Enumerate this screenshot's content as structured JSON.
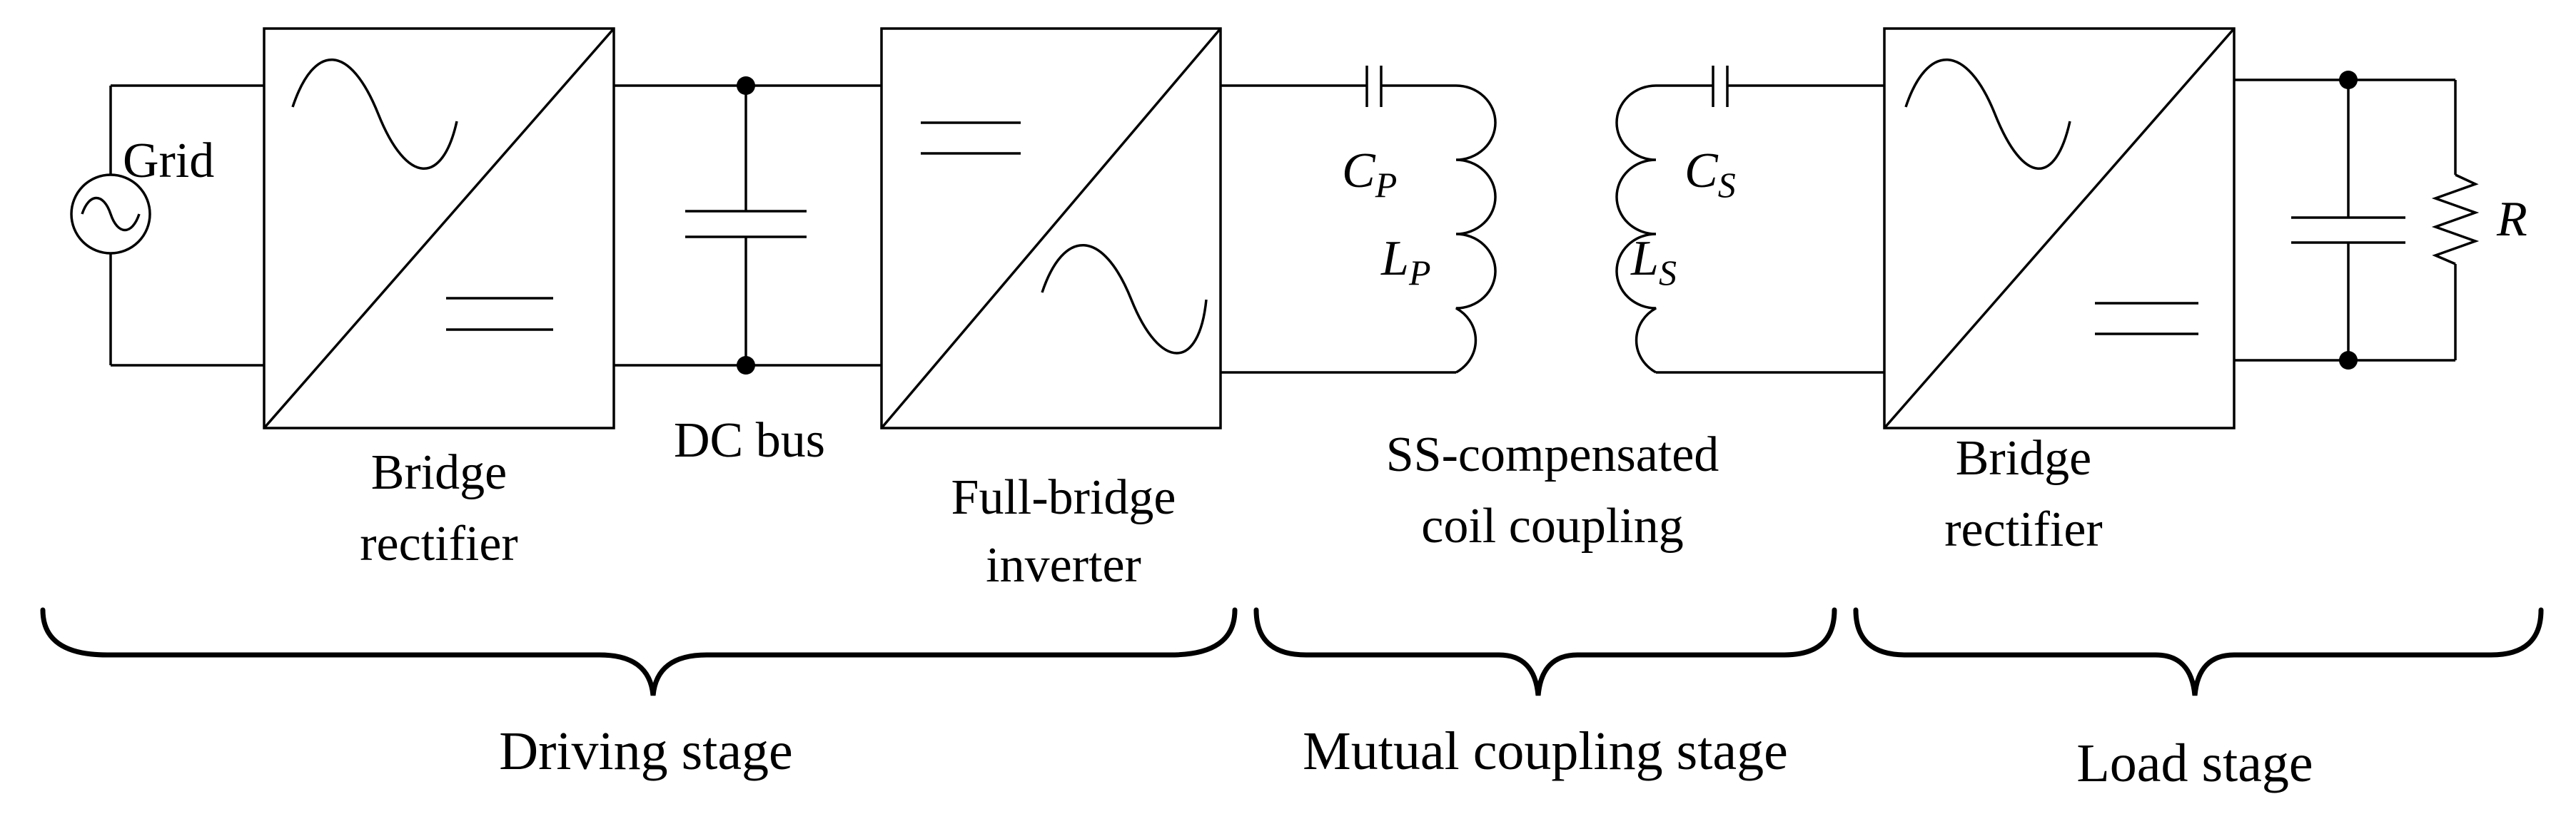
{
  "labels": {
    "grid": "Grid",
    "dc_bus": "DC bus",
    "rectifier1": [
      "Bridge",
      "rectifier"
    ],
    "inverter": [
      "Full-bridge",
      "inverter"
    ],
    "coupling": [
      "SS-compensated",
      "coil coupling"
    ],
    "rectifier2": [
      "Bridge",
      "rectifier"
    ],
    "cp": {
      "base": "C",
      "sub": "P"
    },
    "lp": {
      "base": "L",
      "sub": "P"
    },
    "cs": {
      "base": "C",
      "sub": "S"
    },
    "ls": {
      "base": "L",
      "sub": "S"
    },
    "r": "R"
  },
  "stages": {
    "driving": "Driving stage",
    "mutual": "Mutual coupling stage",
    "load": "Load stage"
  }
}
